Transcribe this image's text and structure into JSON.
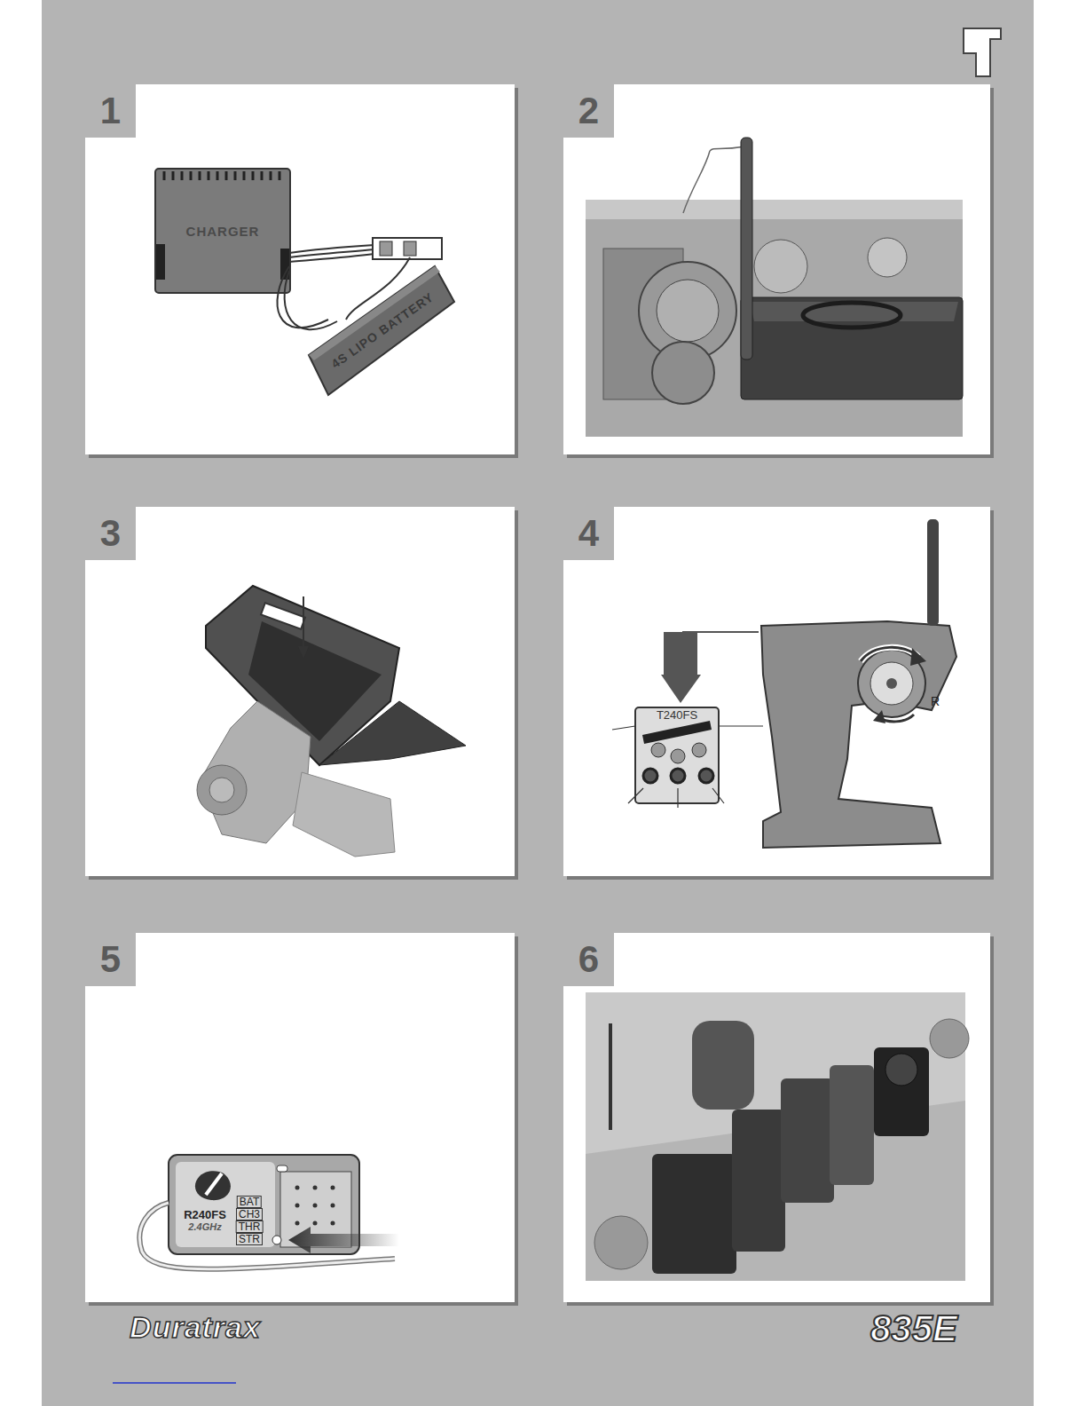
{
  "diagram": {
    "nodes": [
      {
        "text": [
          "1"
        ]
      },
      {
        "text": [
          "2"
        ]
      },
      {
        "text": [
          "3"
        ]
      },
      {
        "text": [
          "4"
        ]
      },
      {
        "text": [
          "5"
        ]
      },
      {
        "text": [
          "6"
        ]
      }
    ],
    "edges": [],
    "labels": [
      "CHARGER",
      "4S LIPO BATTERY",
      "T240FS",
      "R",
      "R240FS",
      "BAT",
      "CH3",
      "THR",
      "STR",
      "2.4GHz",
      "Duratrax",
      "835E"
    ]
  }
}
